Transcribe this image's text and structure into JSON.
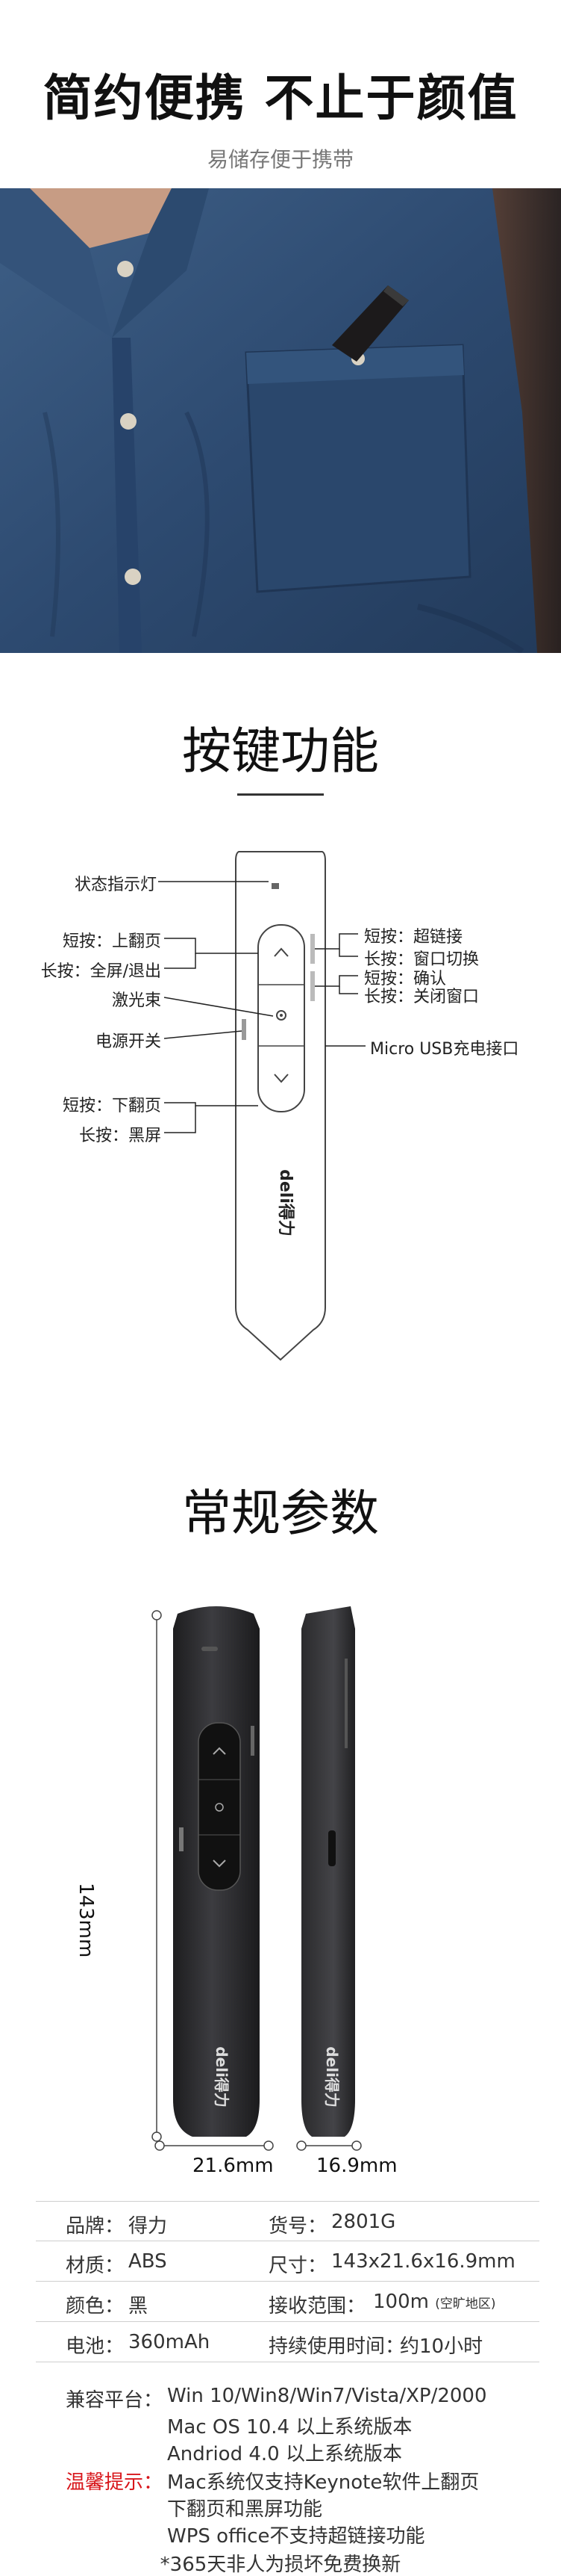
{
  "hero": {
    "title": "简约便携 不止于颜值",
    "subtitle": "易储存便于携带"
  },
  "functions": {
    "title": "按键功能",
    "labels": {
      "status_led": "状态指示灯",
      "up_short": "短按：上翻页",
      "up_long": "长按：全屏/退出",
      "laser": "激光束",
      "power": "电源开关",
      "down_short": "短按：下翻页",
      "down_long": "长按：黑屏",
      "hyper_short": "短按：超链接",
      "hyper_long": "长按：窗口切换",
      "ok_short": "短按：确认",
      "ok_long": "长按：关闭窗口",
      "usb": "Micro USB充电接口"
    },
    "brand_mark": "deli得力"
  },
  "params": {
    "title": "常规参数",
    "height": "143mm",
    "width": "21.6mm",
    "depth": "16.9mm"
  },
  "spec": {
    "rows": [
      {
        "k1": "品牌：",
        "v1": "得力",
        "k2": "货号：",
        "v2": "2801G",
        "note": ""
      },
      {
        "k1": "材质：",
        "v1": "ABS",
        "k2": "尺寸：",
        "v2": "143x21.6x16.9mm",
        "note": ""
      },
      {
        "k1": "颜色：",
        "v1": "黑",
        "k2": "接收范围：",
        "v2": "100m",
        "note": "(空旷地区)"
      },
      {
        "k1": "电池：",
        "v1": "360mAh",
        "k2": "持续使用时间：",
        "v2": "约10小时",
        "note": ""
      }
    ],
    "compat_label": "兼容平台：",
    "compat_lines": [
      "Win 10/Win8/Win7/Vista/XP/2000",
      "Mac OS 10.4 以上系统版本",
      "Andriod 4.0 以上系统版本"
    ],
    "tip_label": "温馨提示：",
    "tip_lines": [
      "Mac系统仅支持Keynote软件上翻页",
      "下翻页和黑屏功能",
      "WPS office不支持超链接功能"
    ],
    "footer": "*365天非人为损坏免费换新"
  },
  "colors": {
    "shirt": "#2f4a6e",
    "device": "#2b2b2d",
    "tip_red": "#d8161b"
  }
}
